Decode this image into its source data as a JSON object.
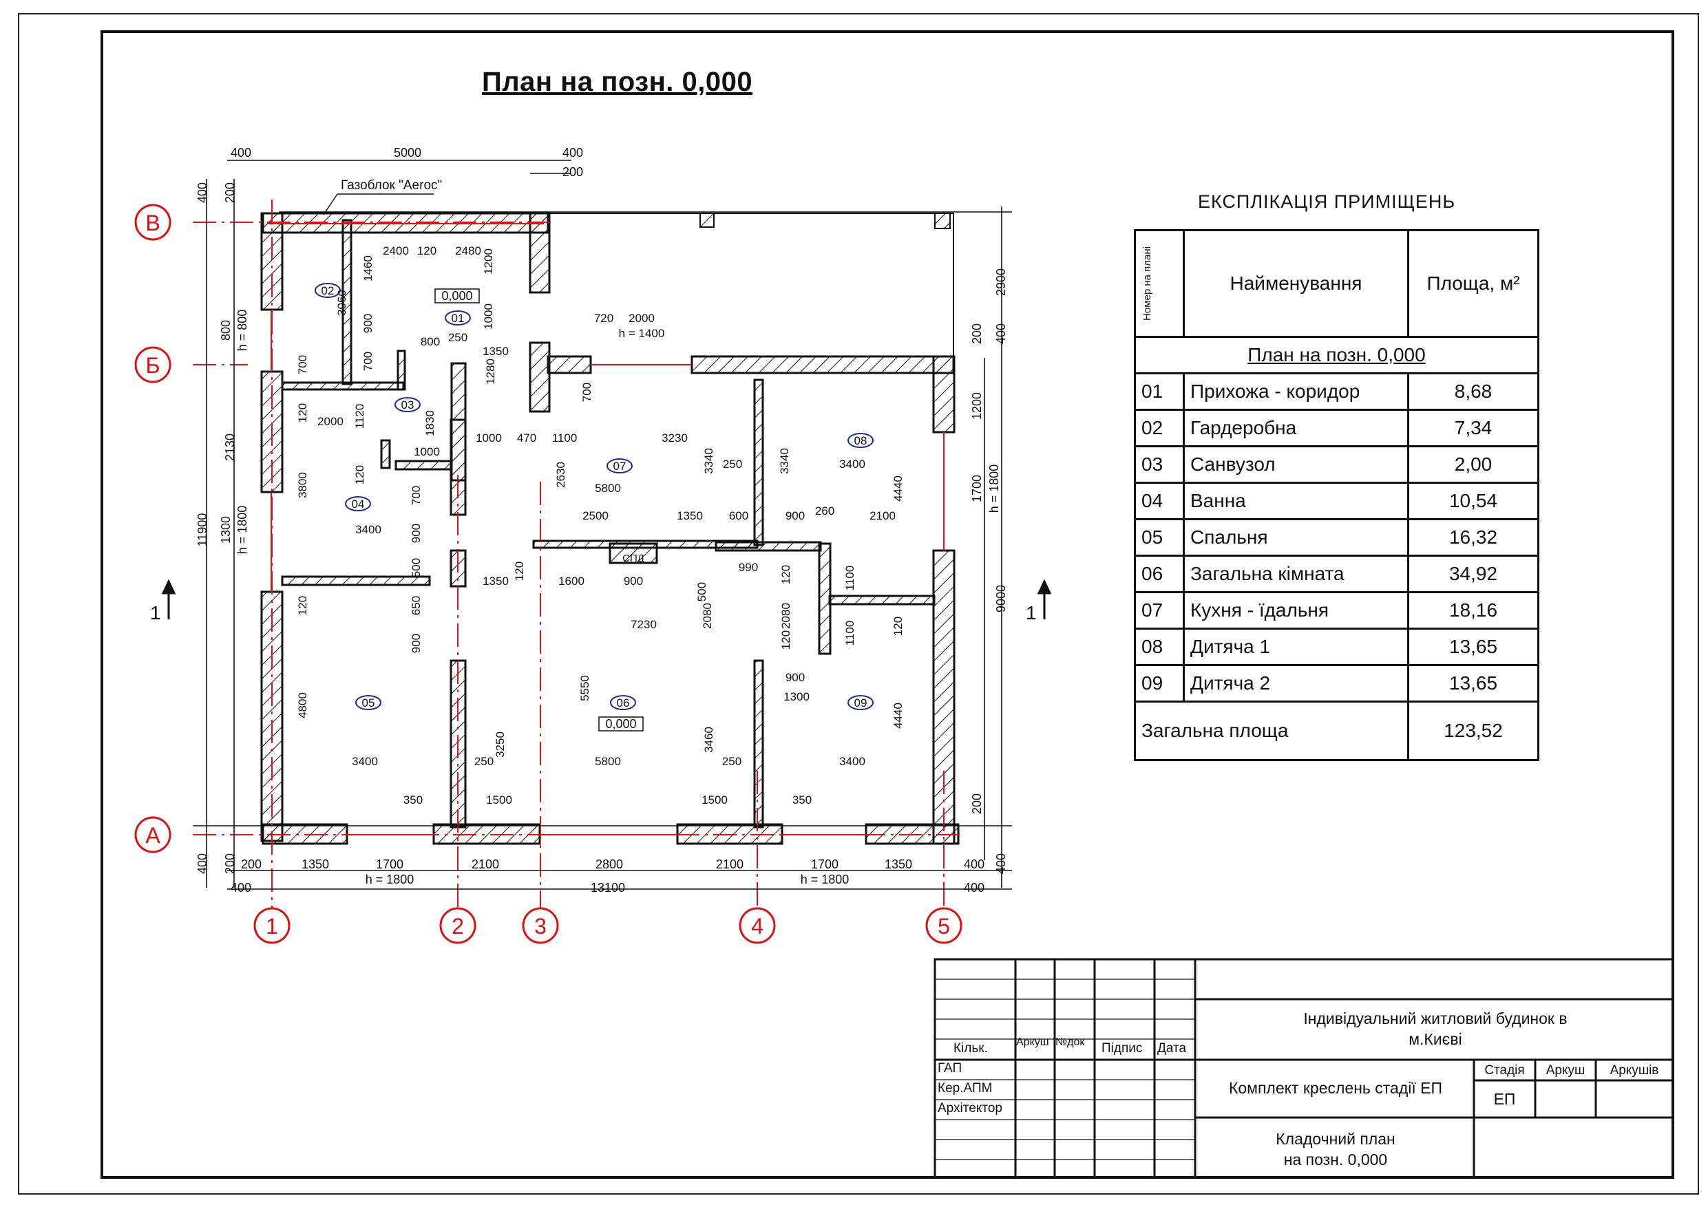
{
  "sheet_title": "План на позн. 0,000",
  "plan": {
    "material_note": "Газоблок \"Aeroc\"",
    "axes_letters": [
      "В",
      "Б",
      "А"
    ],
    "axes_numbers": [
      "1",
      "2",
      "3",
      "4",
      "5"
    ],
    "section_marks": [
      "1",
      "1"
    ],
    "level_marks": [
      "0,000",
      "0,000"
    ],
    "duct_label": "СПД",
    "room_tags": [
      "01",
      "02",
      "03",
      "04",
      "05",
      "06",
      "07",
      "08",
      "09"
    ],
    "dims": {
      "top_400a": "400",
      "top_5000": "5000",
      "top_400b": "400",
      "top_200": "200",
      "bot_200": "200",
      "bot_1350a": "1350",
      "bot_1700a": "1700",
      "bot_2100a": "2100",
      "bot_2800": "2800",
      "bot_2100b": "2100",
      "bot_1700b": "1700",
      "bot_1350b": "1350",
      "bot_400r": "400",
      "bot_400l": "400",
      "bot_13100": "13100",
      "bot_400rr": "400",
      "bot_h1800a": "h = 1800",
      "bot_h1800b": "h = 1800",
      "left_400": "400",
      "left_200": "200",
      "left_800": "800",
      "left_h800": "h = 800",
      "left_2130": "2130",
      "left_1300": "1300",
      "left_h1800": "h = 1800",
      "left_11900": "11900",
      "left_400b": "400",
      "left_200b": "200",
      "right_2900": "2900",
      "right_200": "200",
      "right_400": "400",
      "right_1200": "1200",
      "right_1700": "1700",
      "right_h1800": "h = 1800",
      "right_9000": "9000",
      "right_200b": "200",
      "right_400b": "400",
      "d_2400": "2400",
      "d_120a": "120",
      "d_2480": "2480",
      "d_1460": "1460",
      "d_1200a": "1200",
      "d_3060": "3060",
      "d_900a": "900",
      "d_1000a": "1000",
      "d_720": "720",
      "d_2000a": "2000",
      "d_h1400": "h = 1400",
      "d_700a": "700",
      "d_800": "800",
      "d_250a": "250",
      "d_1350a": "1350",
      "d_700b": "700",
      "d_1280": "1280",
      "d_700c": "700",
      "d_120b": "120",
      "d_2000b": "2000",
      "d_1120": "1120",
      "d_1830": "1830",
      "d_120c": "120",
      "d_1000b": "1000",
      "d_1000c": "1000",
      "d_470": "470",
      "d_1100": "1100",
      "d_3230": "3230",
      "d_3800": "3800",
      "d_700d": "700",
      "d_2630": "2630",
      "d_5800a": "5800",
      "d_3340a": "3340",
      "d_250b": "250",
      "d_3340b": "3340",
      "d_3400a": "3400",
      "d_4440a": "4440",
      "d_900b": "900",
      "d_3400b": "3400",
      "d_2500": "2500",
      "d_1350b": "1350",
      "d_600": "600",
      "d_900c": "900",
      "d_260": "260",
      "d_2100": "2100",
      "d_500a": "500",
      "d_120d": "120",
      "d_1350c": "1350",
      "d_1600": "1600",
      "d_900d": "900",
      "d_500b": "500",
      "d_990": "990",
      "d_120e": "120",
      "d_1100a": "1100",
      "d_2080a": "2080",
      "d_2080b": "2080",
      "d_650": "650",
      "d_120f": "120",
      "d_7230": "7230",
      "d_120g": "120",
      "d_1100b": "1100",
      "d_120h": "120",
      "d_900e": "900",
      "d_900f": "900",
      "d_1300": "1300",
      "d_4800": "4800",
      "d_5550": "5550",
      "d_3250": "3250",
      "d_3460": "3460",
      "d_4440b": "4440",
      "d_3400c": "3400",
      "d_250c": "250",
      "d_5800b": "5800",
      "d_250d": "250",
      "d_3400d": "3400",
      "d_350a": "350",
      "d_1500a": "1500",
      "d_1500b": "1500",
      "d_350b": "350"
    }
  },
  "explication": {
    "title": "ЕКСПЛІКАЦІЯ  ПРИМІЩЕНЬ",
    "col_num": "Номер на плані",
    "col_name": "Найменування",
    "col_area": "Площа, м²",
    "section": "План на позн. 0,000",
    "rows": [
      {
        "num": "01",
        "name": "Прихожа - коридор",
        "area": "8,68"
      },
      {
        "num": "02",
        "name": "Гардеробна",
        "area": "7,34"
      },
      {
        "num": "03",
        "name": "Санвузол",
        "area": "2,00"
      },
      {
        "num": "04",
        "name": "Ванна",
        "area": "10,54"
      },
      {
        "num": "05",
        "name": "Спальня",
        "area": "16,32"
      },
      {
        "num": "06",
        "name": "Загальна кімната",
        "area": "34,92"
      },
      {
        "num": "07",
        "name": "Кухня - їдальня",
        "area": "18,16"
      },
      {
        "num": "08",
        "name": "Дитяча 1",
        "area": "13,65"
      },
      {
        "num": "09",
        "name": "Дитяча 2",
        "area": "13,65"
      }
    ],
    "total_label": "Загальна площа",
    "total_area": "123,52"
  },
  "title_block": {
    "col_qty": "Кільк.",
    "col_sheet": "Аркуш",
    "col_docnum": "№док",
    "col_sign": "Підпис",
    "col_date": "Дата",
    "role_gap": "ГАП",
    "role_kerapm": "Кер.АПМ",
    "role_architect": "Архітектор",
    "project_name_1": "Індивідуальний житловий будинок в",
    "project_name_2": "м.Києві",
    "set_name": "Комплект креслень стадії ЕП",
    "stage_label": "Стадія",
    "sheet_label": "Аркуш",
    "sheets_label": "Аркушів",
    "stage_value": "ЕП",
    "drawing_name_1": "Кладочний план",
    "drawing_name_2": "на позн. 0,000"
  }
}
